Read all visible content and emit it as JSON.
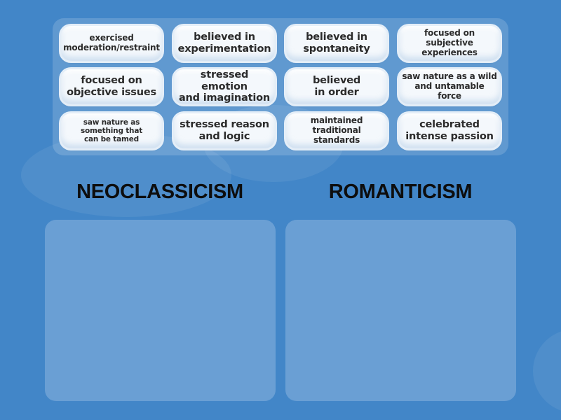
{
  "activity": {
    "type": "group-sort",
    "card_pool": [
      {
        "text": "exercised\nmoderation/restraint",
        "size": "md"
      },
      {
        "text": "believed in\nexperimentation",
        "size": "lg"
      },
      {
        "text": "believed in\nspontaneity",
        "size": "lg"
      },
      {
        "text": "focused on subjective\nexperiences",
        "size": "md"
      },
      {
        "text": "focused on\nobjective issues",
        "size": "lg"
      },
      {
        "text": "stressed emotion\nand imagination",
        "size": "lg"
      },
      {
        "text": "believed\nin order",
        "size": "lg"
      },
      {
        "text": "saw nature as a wild\nand untamable force",
        "size": "md"
      },
      {
        "text": "saw nature as\nsomething that\ncan be tamed",
        "size": "sm"
      },
      {
        "text": "stressed reason\nand logic",
        "size": "lg"
      },
      {
        "text": "maintained\ntraditional standards",
        "size": "md"
      },
      {
        "text": "celebrated\nintense passion",
        "size": "lg"
      }
    ],
    "groups": [
      {
        "heading": "NEOCLASSICISM",
        "items": []
      },
      {
        "heading": "ROMANTICISM",
        "items": []
      }
    ]
  },
  "colors": {
    "background": "#4286c8",
    "pool": "#5b98d2",
    "dropzone": "#6a9fd4",
    "card": "#f4f8fc",
    "card_text": "#2b2b2b",
    "heading_text": "#0d0d0d"
  }
}
